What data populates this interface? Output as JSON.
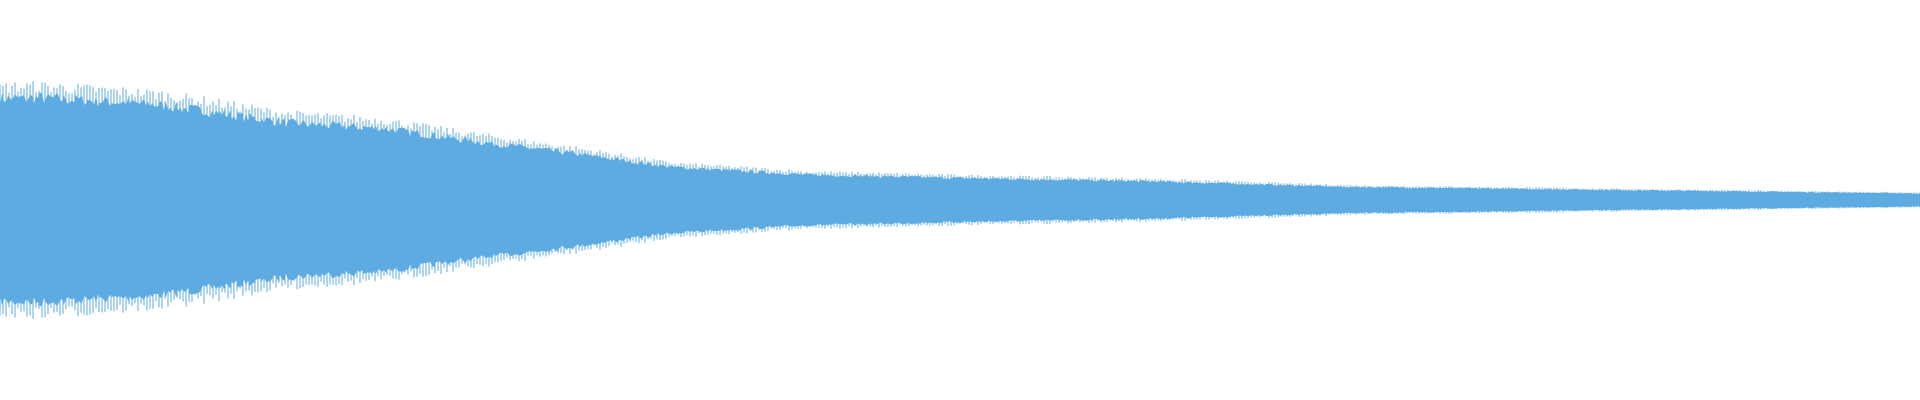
{
  "waveform": {
    "color": "#5dabe1",
    "background": "#ffffff",
    "envelope_peaks": [
      {
        "position": 0.0,
        "amplitude": 0.92
      },
      {
        "position": 0.02,
        "amplitude": 0.93
      },
      {
        "position": 0.05,
        "amplitude": 0.9
      },
      {
        "position": 0.08,
        "amplitude": 0.87
      },
      {
        "position": 0.11,
        "amplitude": 0.8
      },
      {
        "position": 0.15,
        "amplitude": 0.7
      },
      {
        "position": 0.2,
        "amplitude": 0.65
      },
      {
        "position": 0.24,
        "amplitude": 0.55
      },
      {
        "position": 0.3,
        "amplitude": 0.42
      },
      {
        "position": 0.35,
        "amplitude": 0.3
      },
      {
        "position": 0.42,
        "amplitude": 0.23
      },
      {
        "position": 0.5,
        "amplitude": 0.2
      },
      {
        "position": 0.6,
        "amplitude": 0.17
      },
      {
        "position": 0.7,
        "amplitude": 0.12
      },
      {
        "position": 0.8,
        "amplitude": 0.1
      },
      {
        "position": 0.9,
        "amplitude": 0.08
      },
      {
        "position": 1.0,
        "amplitude": 0.06
      }
    ]
  }
}
